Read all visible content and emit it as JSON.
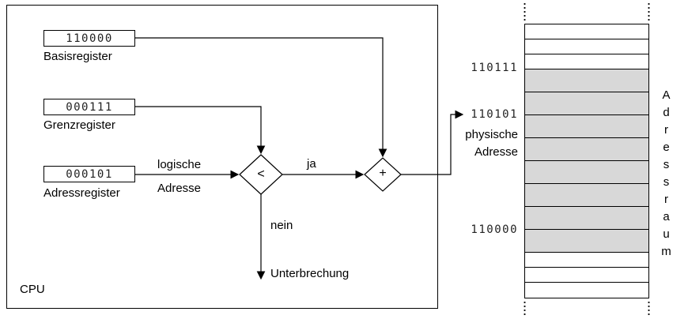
{
  "cpu": {
    "label": "CPU",
    "registers": [
      {
        "name": "Basisregister",
        "value": "110000"
      },
      {
        "name": "Grenzregister",
        "value": "000111"
      },
      {
        "name": "Adressregister",
        "value": "000101"
      }
    ],
    "comparator_symbol": "<",
    "adder_symbol": "+",
    "logical_address_label": [
      "logische",
      "Adresse"
    ],
    "branch_yes": "ja",
    "branch_no": "nein",
    "interrupt_label": "Unterbrechung"
  },
  "memory": {
    "upper_bound_address": "110111",
    "physical_address": "110101",
    "physical_address_caption": [
      "physische",
      "Adresse"
    ],
    "base_address": "110000",
    "vertical_label": "Adressraum",
    "shaded_color": "#d8d8d8",
    "rows": {
      "above": 3,
      "shaded": 8,
      "below": 3
    }
  }
}
